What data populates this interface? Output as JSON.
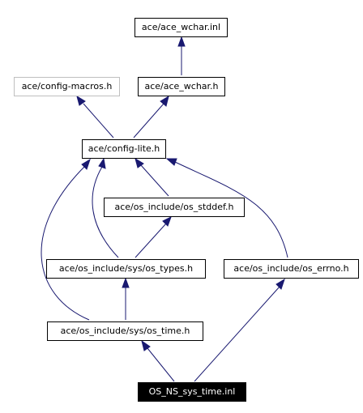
{
  "graph": {
    "nodes": {
      "ace_wchar_inl": "ace/ace_wchar.inl",
      "ace_wchar_h": "ace/ace_wchar.h",
      "config_macros": "ace/config-macros.h",
      "config_lite": "ace/config-lite.h",
      "os_stddef": "ace/os_include/os_stddef.h",
      "os_types": "ace/os_include/sys/os_types.h",
      "os_errno": "ace/os_include/os_errno.h",
      "os_time": "ace/os_include/sys/os_time.h",
      "root": "OS_NS_sys_time.inl"
    },
    "colors": {
      "edge": "#191970",
      "node_border": "#000000",
      "grey_border": "#bfbfbf",
      "root_fill": "#000000",
      "root_text": "#ffffff"
    }
  }
}
